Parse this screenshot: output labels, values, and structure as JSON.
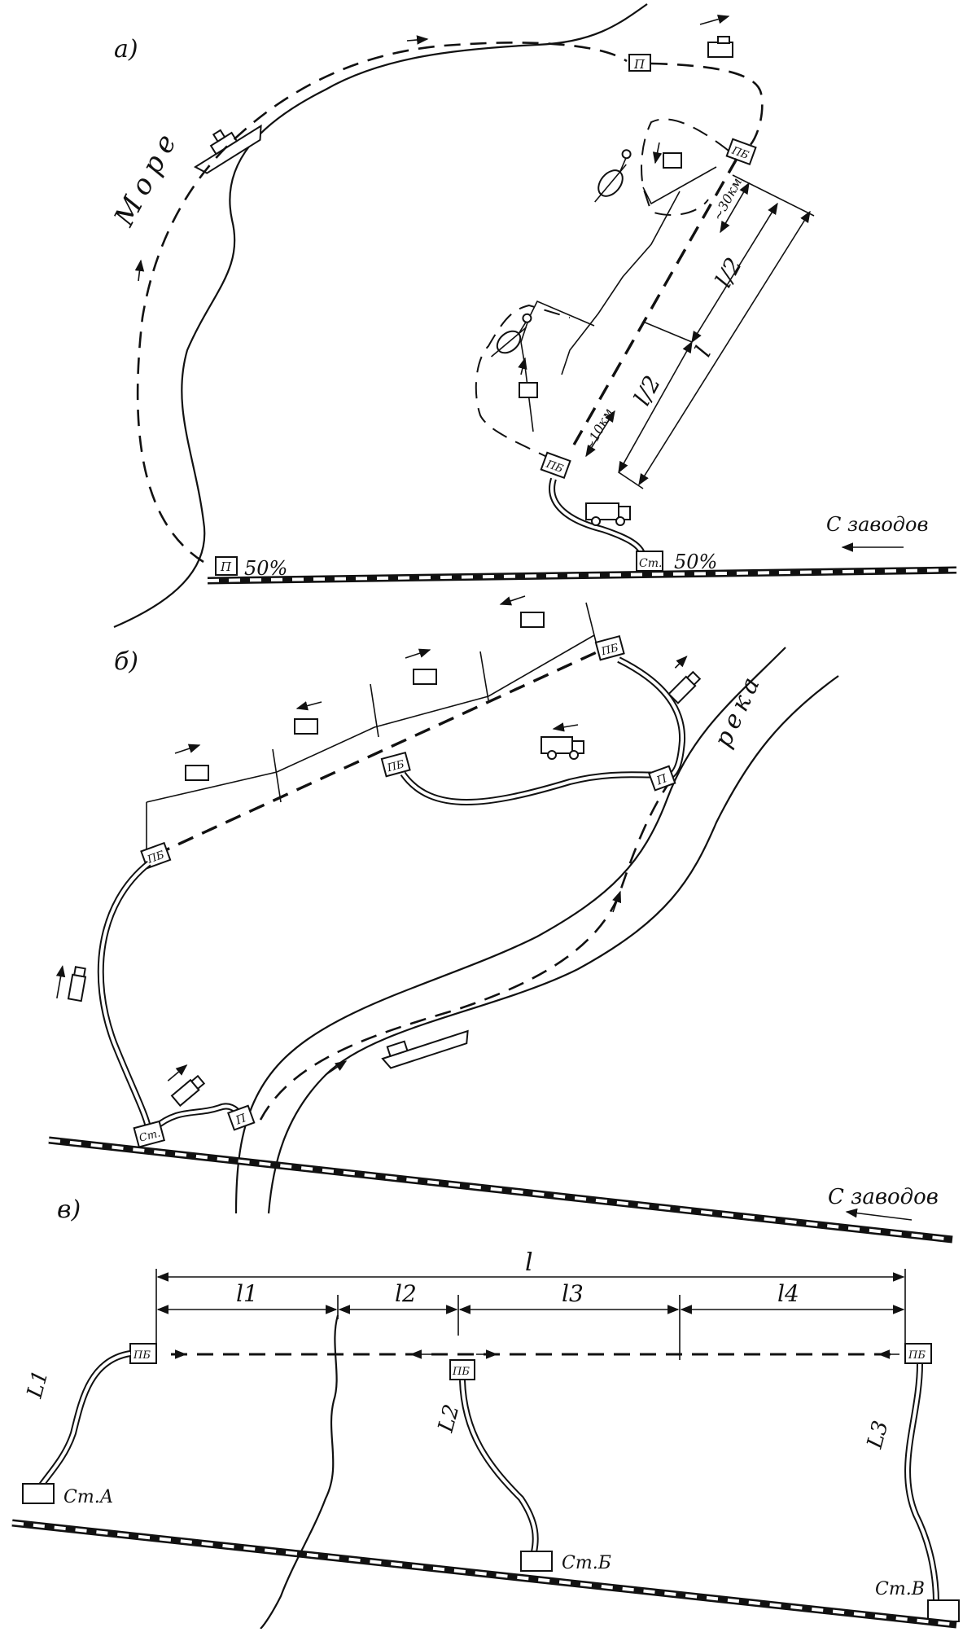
{
  "panels": {
    "a": {
      "label": "а)",
      "sea_label": "Море",
      "port_label": "П",
      "port_share": "50%",
      "station_label": "Ст.",
      "station_share": "50%",
      "base_label": "ПБ",
      "from_plants": "С заводов",
      "dim_30km": "~30км",
      "dim_10km": "~10км",
      "dim_half": "l/2",
      "dim_full": "l"
    },
    "b": {
      "label": "б)",
      "river_label": "река",
      "port_label": "П",
      "base_label": "ПБ",
      "station_label": "Ст.",
      "from_plants": "С заводов"
    },
    "v": {
      "label": "в)",
      "total": "l",
      "segments": [
        "l1",
        "l2",
        "l3",
        "l4"
      ],
      "roads": [
        "L1",
        "L2",
        "L3"
      ],
      "stations": [
        "Ст.А",
        "Ст.Б",
        "Ст.В"
      ],
      "base_label": "ПБ"
    }
  }
}
